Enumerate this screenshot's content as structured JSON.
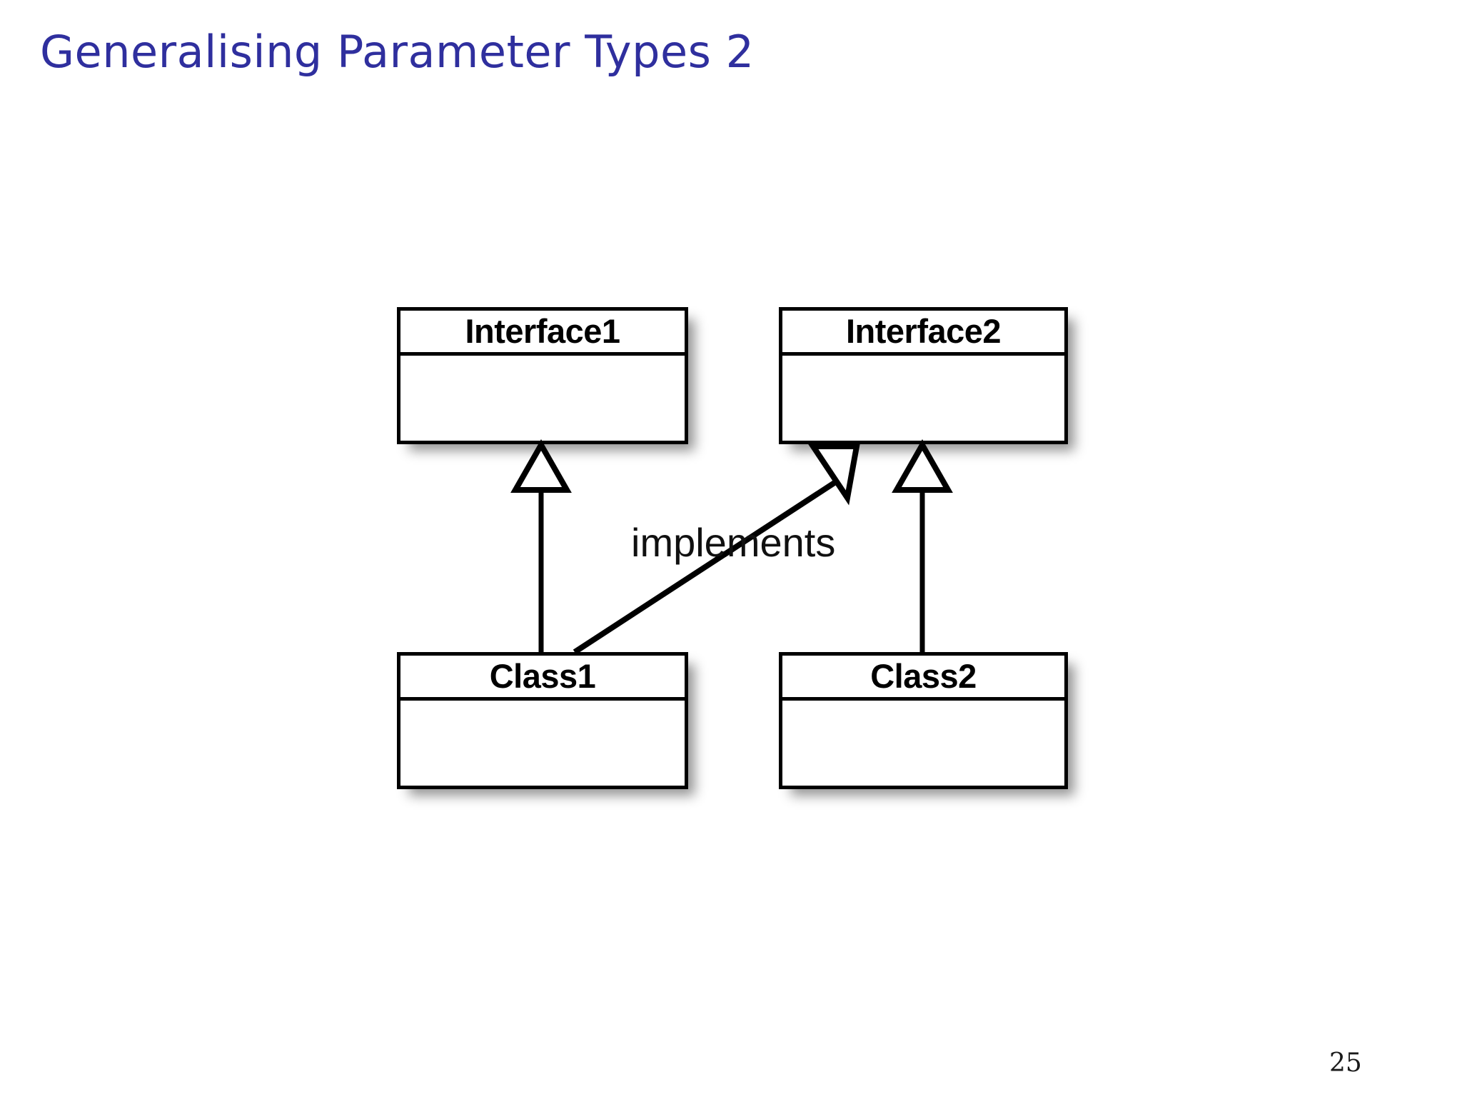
{
  "slide": {
    "title": "Generalising Parameter Types 2",
    "title_color": "#2f2f9e",
    "background_color": "#ffffff",
    "page_number": "25"
  },
  "diagram": {
    "kind": "uml-class-diagram",
    "nodes": [
      {
        "id": "interface1",
        "name": "Interface1",
        "stereotype": "interface",
        "members": ""
      },
      {
        "id": "interface2",
        "name": "Interface2",
        "stereotype": "interface",
        "members": ""
      },
      {
        "id": "class1",
        "name": "Class1",
        "stereotype": "class",
        "members": ""
      },
      {
        "id": "class2",
        "name": "Class2",
        "stereotype": "class",
        "members": ""
      }
    ],
    "edges": [
      {
        "from": "class1",
        "to": "interface1",
        "type": "realization",
        "arrowhead": "hollow-triangle",
        "label": ""
      },
      {
        "from": "class1",
        "to": "interface2",
        "type": "realization",
        "arrowhead": "hollow-triangle",
        "label": "implements"
      },
      {
        "from": "class2",
        "to": "interface2",
        "type": "realization",
        "arrowhead": "hollow-triangle",
        "label": ""
      }
    ],
    "edge_label": "implements",
    "line_color": "#000000",
    "box_fill": "#ffffff",
    "box_stroke": "#000000"
  }
}
